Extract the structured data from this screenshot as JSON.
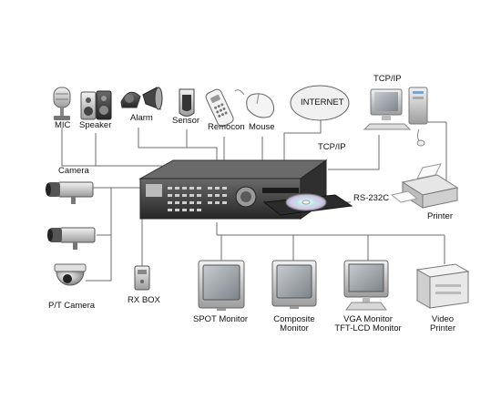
{
  "labels": {
    "mic": "MIC",
    "speaker": "Speaker",
    "alarm": "Alarm",
    "sensor": "Sensor",
    "remocon": "Remocon",
    "mouse": "Mouse",
    "internet": "INTERNET",
    "tcpip_top": "TCP/IP",
    "tcpip_mid": "TCP/IP",
    "rs232c": "RS-232C",
    "printer": "Printer",
    "camera": "Camera",
    "pt_camera": "P/T Camera",
    "rx_box": "RX BOX",
    "spot_monitor": "SPOT Monitor",
    "composite_monitor_l1": "Composite",
    "composite_monitor_l2": "Monitor",
    "vga_monitor_l1": "VGA Monitor",
    "vga_monitor_l2": "TFT-LCD Monitor",
    "video_printer_l1": "Video",
    "video_printer_l2": "Printer"
  },
  "colors": {
    "line": "#6e6e6e",
    "dvr_body": "#3c3c3c",
    "device_light": "#dcdcdc",
    "device_mid": "#a9a9a9",
    "screen": "#9aa0a6"
  }
}
